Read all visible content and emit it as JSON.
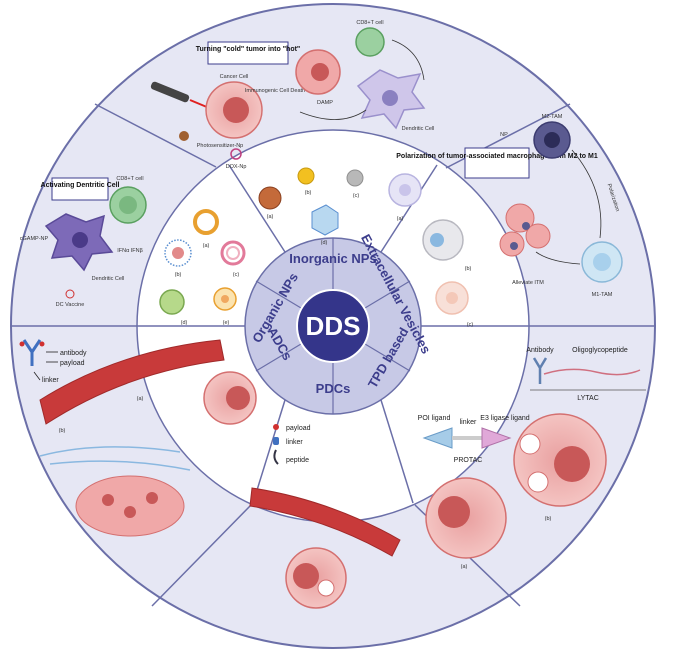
{
  "center": {
    "label": "DDS"
  },
  "ring": {
    "organic_nps": "Organic NPs",
    "inorganic_nps": "Inorganic NPs",
    "extracellular_vesicles": "Extracellular Vesicles",
    "tpd_based": "TPD based",
    "pdcs": "PDCs",
    "adcs": "ADCs"
  },
  "organic_panel": {
    "labels": [
      "(a)",
      "(b)",
      "(c)",
      "(d)",
      "(e)"
    ]
  },
  "inorganic_panel": {
    "labels": [
      "(a)",
      "(b)",
      "(c)",
      "(d)"
    ]
  },
  "ev_panel": {
    "labels": [
      "(a)",
      "(b)",
      "(c)"
    ]
  },
  "top_outer": {
    "box_title": "Turning \"cold\" tumor into \"hot\"",
    "cd8_label": "CD8+T cell",
    "cancer_cell": "Cancer Cell",
    "icd": "Immunogenic Cell Death",
    "damp": "DAMP",
    "dendritic": "Dendritic Cell",
    "photosensitizer": "Photosensitizer-Np",
    "dox": "DOX-Np"
  },
  "left_outer": {
    "box_title": "Activating Dentritic Cell",
    "cd8_label": "CD8+T cell",
    "cgamp": "cGAMP-NP",
    "ifn": "IFNα IFNβ",
    "dendritic": "Dendritic Cell",
    "vaccine": "DC Vaccine"
  },
  "right_outer": {
    "box_title": "Polarization of tumor-associated macrophage from M2 to M1",
    "m2": "M2-TAM",
    "m1": "M1-TAM",
    "polarization": "Polarization",
    "alleviate": "Alleviate ITM",
    "np": "NP"
  },
  "adc": {
    "legend": [
      "antibody",
      "payload",
      "linker"
    ],
    "labels": [
      "(a)",
      "(b)"
    ]
  },
  "pdc": {
    "legend": [
      "payload",
      "linker",
      "peptide"
    ]
  },
  "tpd": {
    "antibody": "Antibody",
    "oligo": "Oligoglycopeptide",
    "lytac": "LYTAC",
    "poi": "POI ligand",
    "linker": "linker",
    "e3": "E3 ligase ligand",
    "protac": "PROTAC",
    "labels": [
      "(a)",
      "(b)"
    ]
  },
  "colors": {
    "ring_fill": "#c7c9e6",
    "center_fill": "#34358a",
    "outer_fill": "#e6e7f4",
    "line": "#6b6fa8"
  }
}
